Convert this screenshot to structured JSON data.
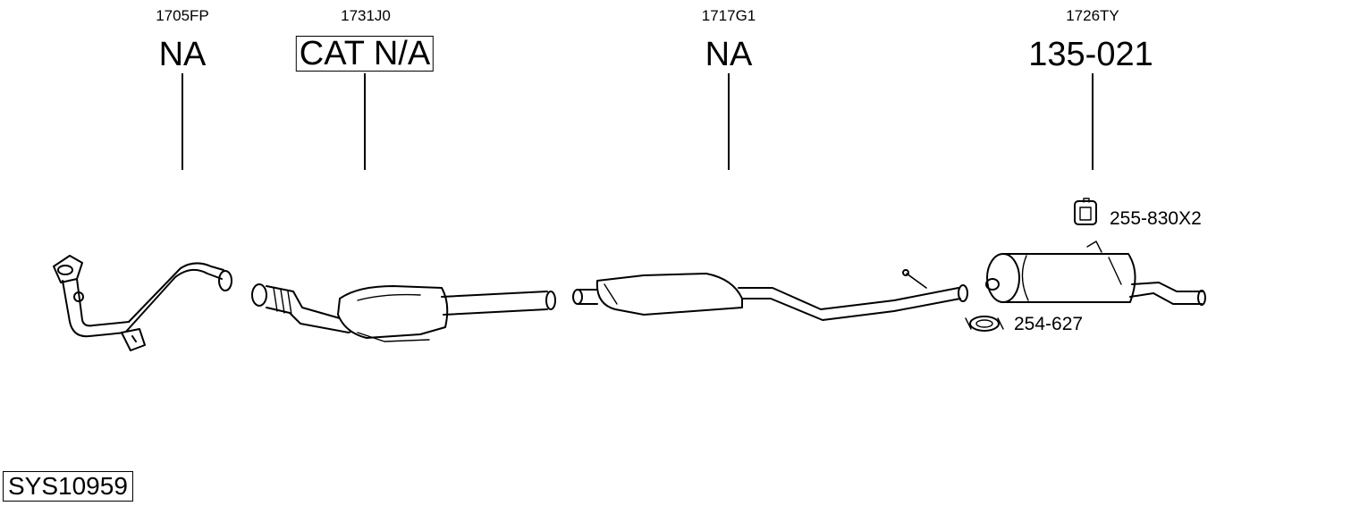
{
  "parts": [
    {
      "code": "1705FP",
      "ref": "NA",
      "boxed": false
    },
    {
      "code": "1731J0",
      "ref": "CAT N/A",
      "boxed": true
    },
    {
      "code": "1717G1",
      "ref": "NA",
      "boxed": false
    },
    {
      "code": "1726TY",
      "ref": "135-021",
      "boxed": false
    }
  ],
  "accessories": [
    {
      "label": "255-830X2",
      "icon": "rubber-hanger-icon"
    },
    {
      "label": "254-627",
      "icon": "clamp-icon"
    }
  ],
  "system_id": "SYS10959"
}
